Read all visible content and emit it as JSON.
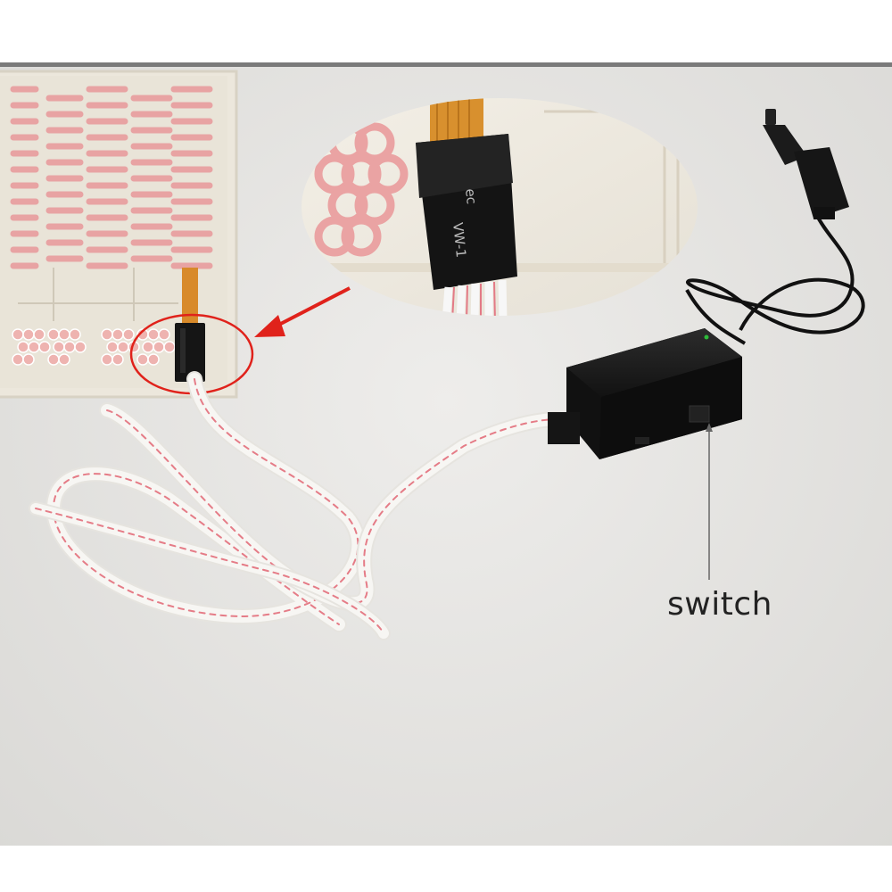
{
  "annotation": {
    "switch_label": "switch"
  },
  "connector_print": {
    "line1": "ec",
    "line2": "VW-1"
  },
  "icons": [
    "arrow-icon",
    "highlight-circle-icon"
  ],
  "colors": {
    "background": "#e7e6e3",
    "top_border": "#7a7a7a",
    "arrow": "#e0221b",
    "controller_box": "#1a1a1a",
    "ribbon_cable": "#f4f4f4",
    "ribbon_stripe": "#e07a82",
    "heating_element": "#e9a0a0",
    "flex_tail": "#d88a2a"
  }
}
